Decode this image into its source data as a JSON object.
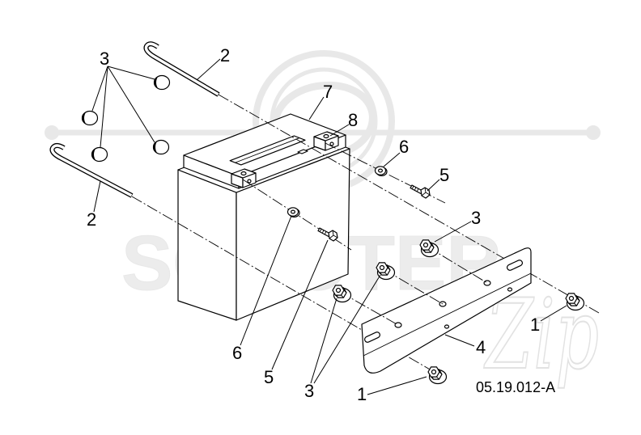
{
  "diagram": {
    "drawing_code": "05.19.012-A",
    "callouts": [
      "3",
      "2",
      "7",
      "8",
      "6",
      "5",
      "3",
      "2",
      "1",
      "4",
      "6",
      "5",
      "3",
      "1"
    ]
  },
  "watermark": {
    "brand": "SCOOTER",
    "script": "Zip"
  },
  "colors": {
    "line": "#000000",
    "watermark": "#e8e8e8",
    "background": "#ffffff"
  }
}
